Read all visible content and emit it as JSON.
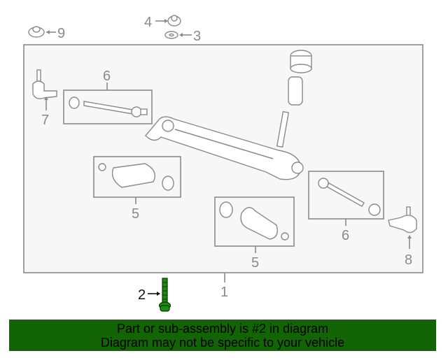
{
  "callouts": {
    "c1": "1",
    "c2": "2",
    "c3": "3",
    "c4": "4",
    "c5a": "5",
    "c5b": "5",
    "c6a": "6",
    "c6b": "6",
    "c7": "7",
    "c8": "8",
    "c9": "9"
  },
  "highlight_part": "2",
  "colors": {
    "highlight": "#126405",
    "line": "#8a8a8a",
    "panel": "#f7f7f7"
  },
  "banner": {
    "line1": "Part or sub-assembly is #2 in diagram",
    "line2": "Diagram may not be specific to your vehicle"
  }
}
